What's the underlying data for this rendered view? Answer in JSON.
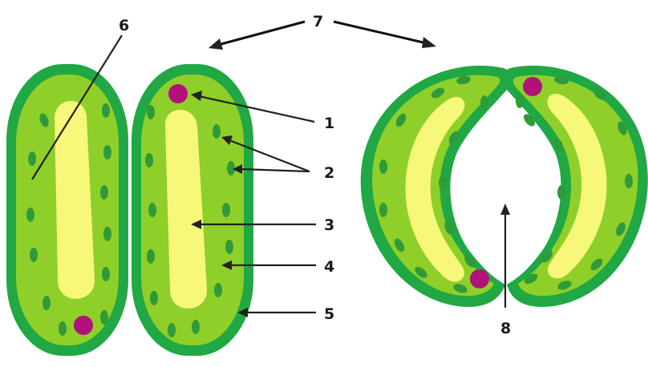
{
  "labels": {
    "l1": "1",
    "l2": "2",
    "l3": "3",
    "l4": "4",
    "l5": "5",
    "l6": "6",
    "l7": "7",
    "l8": "8"
  },
  "colors": {
    "cell_wall": "#1fa843",
    "cytoplasm": "#8fcf2a",
    "vacuole": "#f7f77a",
    "chloroplast": "#2f9a3a",
    "nucleus": "#b0127a",
    "background": "#ffffff"
  }
}
